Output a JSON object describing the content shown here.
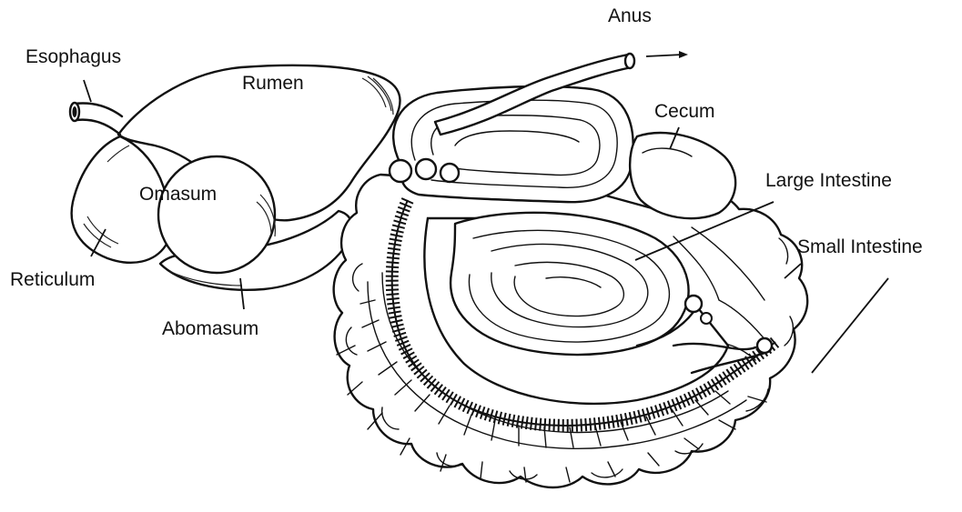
{
  "labels": {
    "esophagus": "Esophagus",
    "rumen": "Rumen",
    "omasum": "Omasum",
    "reticulum": "Reticulum",
    "abomasum": "Abomasum",
    "anus": "Anus",
    "cecum": "Cecum",
    "large_intestine": "Large Intestine",
    "small_intestine": "Small Intestine"
  }
}
